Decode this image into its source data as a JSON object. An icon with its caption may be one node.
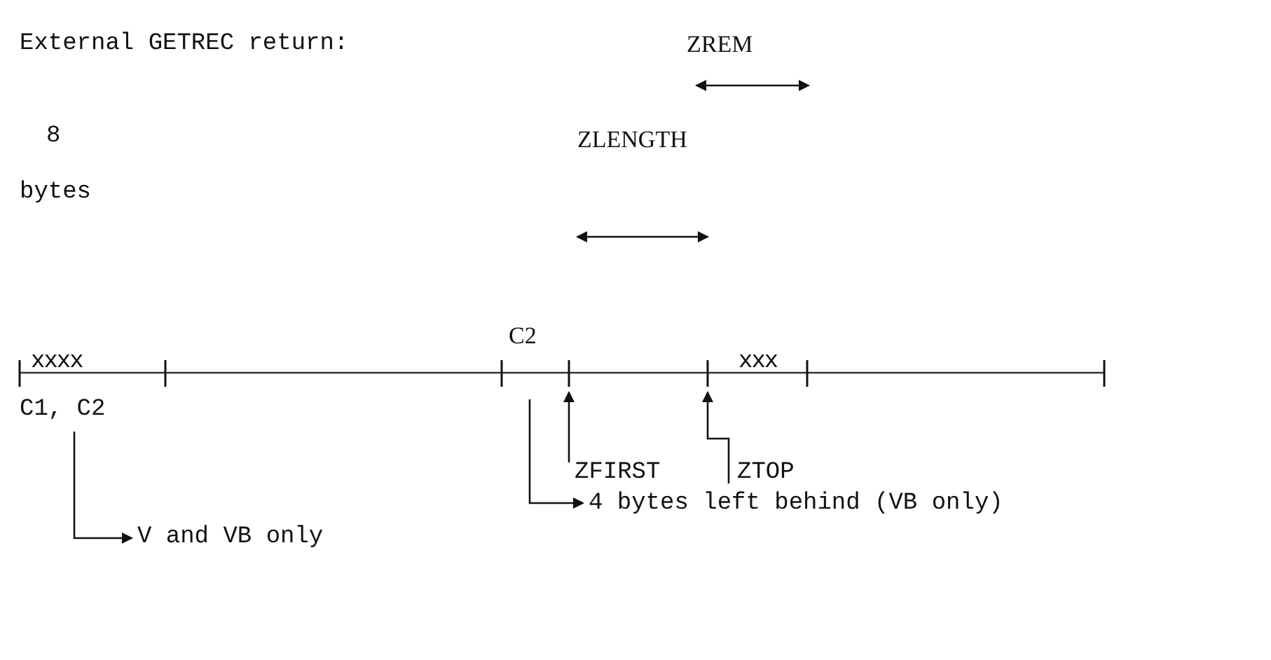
{
  "diagram": {
    "title": "External GETREC return:",
    "nodes": [
      {
        "text": [
          "C1, C2"
        ]
      },
      {
        "text": [
          "V and VB only"
        ]
      },
      {
        "text": [
          "4 bytes left behind (VB only)"
        ]
      },
      {
        "text": [
          "ZFIRST"
        ]
      },
      {
        "text": [
          "ZTOP"
        ]
      },
      {
        "text": [],
        "shape": "bar"
      }
    ],
    "edges": [
      {
        "from": 0,
        "to": 1,
        "arrow": "to"
      },
      {
        "from": 5,
        "to": 2,
        "arrow": "to"
      },
      {
        "from": 3,
        "to": 5,
        "arrow": "to"
      },
      {
        "from": 4,
        "to": 5,
        "arrow": "to"
      }
    ],
    "labels": [
      "ZREM",
      "8",
      "ZLENGTH",
      "bytes",
      "C2",
      "xxxx",
      "xxx"
    ]
  }
}
